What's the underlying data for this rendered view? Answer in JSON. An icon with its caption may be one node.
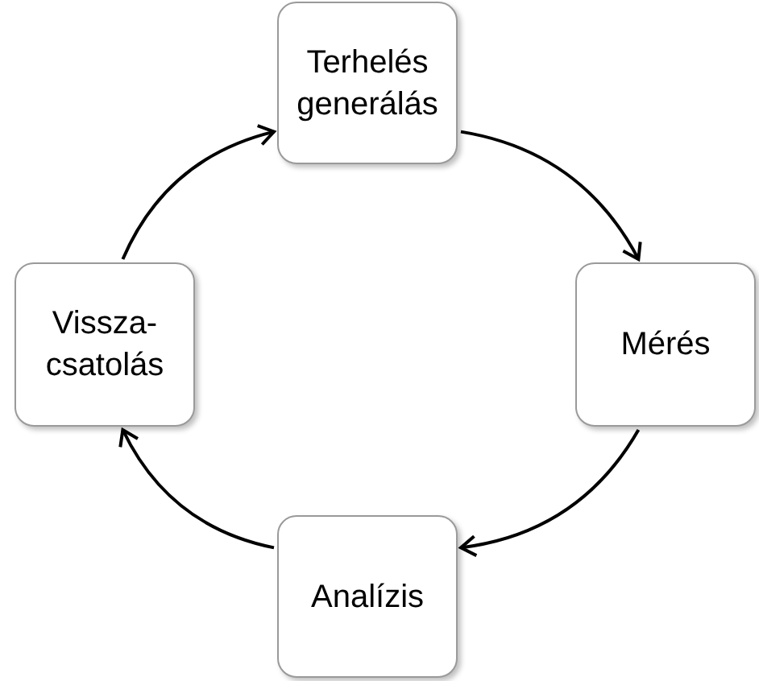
{
  "diagram": {
    "nodes": [
      {
        "text": [
          "Terhelés generálás"
        ]
      },
      {
        "text": [
          "Mérés"
        ]
      },
      {
        "text": [
          "Analízis"
        ]
      },
      {
        "text": [
          "Vissza- csatolás"
        ]
      }
    ],
    "edges": [
      {
        "from": 0,
        "to": 1,
        "arrow": "to"
      },
      {
        "from": 1,
        "to": 2,
        "arrow": "to"
      },
      {
        "from": 2,
        "to": 3,
        "arrow": "to"
      },
      {
        "from": 3,
        "to": 0,
        "arrow": "to"
      }
    ]
  }
}
